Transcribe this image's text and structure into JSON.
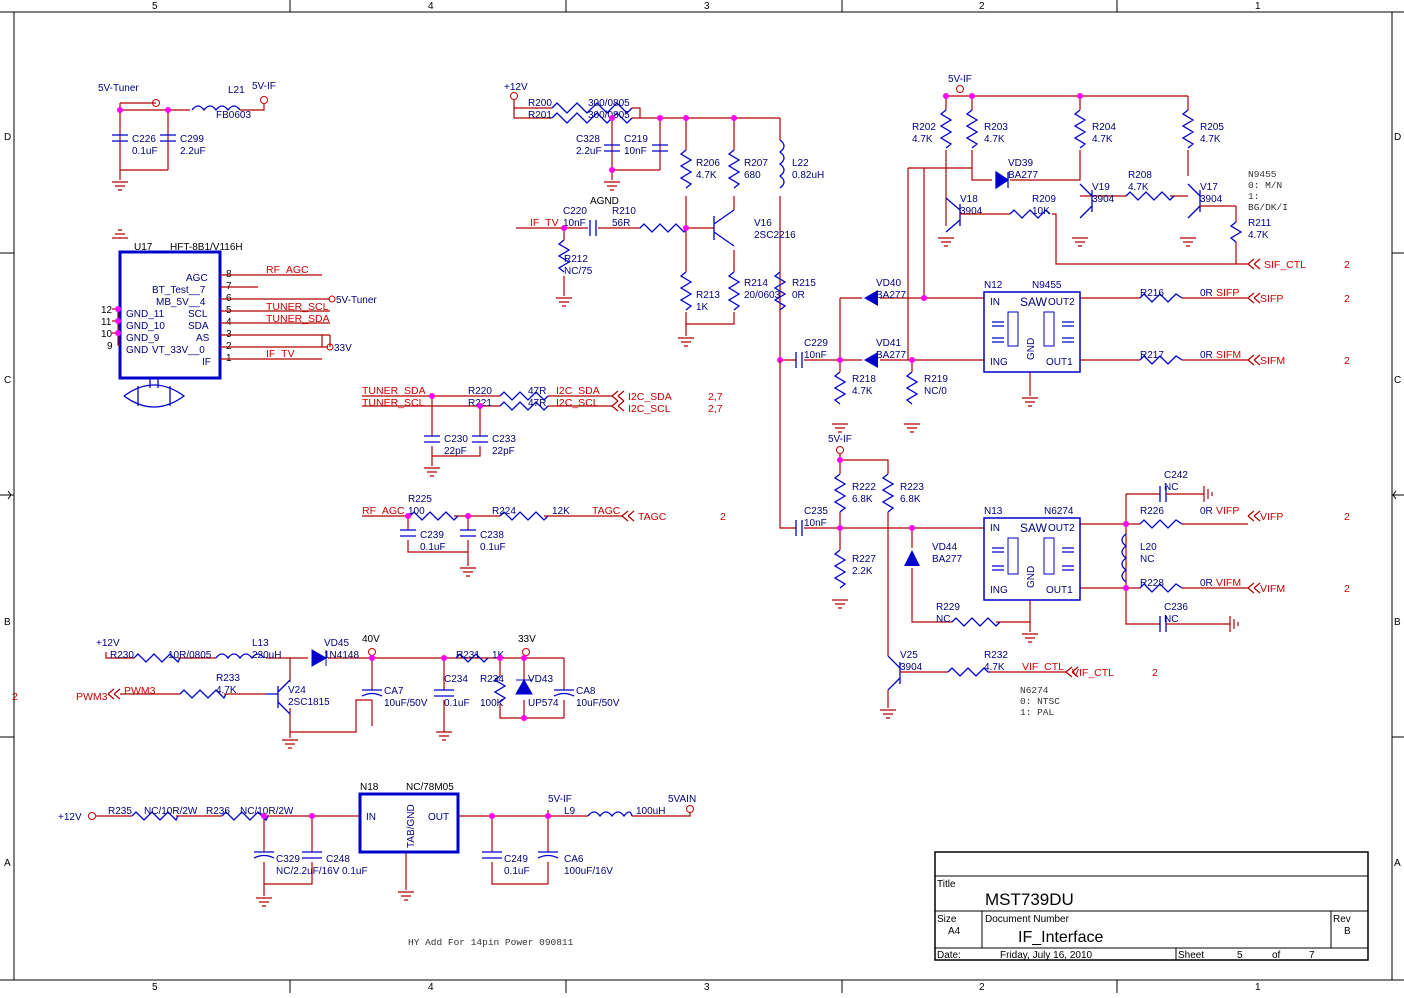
{
  "frame": {
    "columns": [
      "5",
      "4",
      "3",
      "2",
      "1"
    ],
    "rows": [
      "D",
      "C",
      "B",
      "A"
    ]
  },
  "title_block": {
    "title_label": "Title",
    "title": "MST739DU",
    "size_label": "Size",
    "size": "A4",
    "docnum_label": "Document Number",
    "docnum": "IF_Interface",
    "rev_label": "Rev",
    "rev": "B",
    "date_label": "Date:",
    "date": "Friday, July 16, 2010",
    "sheet_label": "Sheet",
    "sheet": "5",
    "of_label": "of",
    "of": "7"
  },
  "tuner": {
    "ref": "U17",
    "part": "HFT-8B1/V116H",
    "pins_right": [
      {
        "num": "8",
        "name": "AGC",
        "net": "RF_AGC"
      },
      {
        "num": "7",
        "name": "BT_Test__7",
        "net": ""
      },
      {
        "num": "6",
        "name": "MB_5V__4",
        "net": ""
      },
      {
        "num": "5",
        "name": "SCL",
        "net": "TUNER_SCL"
      },
      {
        "num": "4",
        "name": "SDA",
        "net": "TUNER_SDA"
      },
      {
        "num": "3",
        "name": "AS",
        "net": ""
      },
      {
        "num": "2",
        "name": "VT_33V__0",
        "net": ""
      },
      {
        "num": "1",
        "name": "IF",
        "net": "IF_TV"
      }
    ],
    "pins_left": [
      {
        "num": "12",
        "name": "GND_11"
      },
      {
        "num": "11",
        "name": "GND_10"
      },
      {
        "num": "10",
        "name": "GND_9"
      },
      {
        "num": "9",
        "name": "GND"
      }
    ],
    "supply_5v": "5V-Tuner",
    "supply_33v": "33V"
  },
  "tuner_filter": {
    "in": "5V-Tuner",
    "out": "5V-IF",
    "l_ref": "L21",
    "l_val": "FB0603",
    "c1_ref": "C226",
    "c1_val": "0.1uF",
    "c2_ref": "C299",
    "c2_val": "2.2uF"
  },
  "amp": {
    "supply": "+12V",
    "r200": "R200",
    "r200_val": "300/0805",
    "r201": "R201",
    "r201_val": "300/0805",
    "c328": "C328",
    "c328_val": "2.2uF",
    "c219": "C219",
    "c219_val": "10nF",
    "r206": "R206",
    "r206_val": "4.7K",
    "r207": "R207",
    "r207_val": "680",
    "l22": "L22",
    "l22_val": "0.82uH",
    "agnd": "AGND",
    "c220": "C220",
    "c220_val": "10nF",
    "r210": "R210",
    "r210_val": "56R",
    "v16": "V16",
    "v16_val": "2SC2216",
    "if_tv": "IF_TV",
    "r212": "R212",
    "r212_val": "NC/75",
    "r213": "R213",
    "r213_val": "1K",
    "r214": "R214",
    "r214_val": "20/0603",
    "r215": "R215",
    "r215_val": "0R"
  },
  "i2c": {
    "sda": "TUNER_SDA",
    "scl": "TUNER_SCL",
    "r220": "R220",
    "r221": "R221",
    "rval": "47R",
    "out_sda": "I2C_SDA",
    "out_scl": "I2C_SCL",
    "page": "2,7",
    "c230": "C230",
    "c230_val": "22pF",
    "c233": "C233",
    "c233_val": "22pF"
  },
  "agc": {
    "net_in": "RF_AGC",
    "r225": "R225",
    "r225_val": "100",
    "r224": "R224",
    "r224_val": "12K",
    "net_out": "TAGC",
    "c239": "C239",
    "c239_val": "0.1uF",
    "c238": "C238",
    "c238_val": "0.1uF",
    "page": "2"
  },
  "saw1": {
    "ref": "N12",
    "part": "N9455",
    "label": "SAW",
    "net_p": "SIFP",
    "net_m": "SIFM",
    "r216": "R216",
    "r217": "R217",
    "rval": "0R",
    "page": "2",
    "vd40": "VD40",
    "vd41": "VD41",
    "diode": "BA277",
    "c229": "C229",
    "c229_val": "10nF",
    "r218": "R218",
    "r218_val": "4.7K",
    "r219": "R219",
    "r219_val": "NC/0",
    "pin_in": "IN",
    "pin_ing": "ING",
    "pin_gnd": "GND",
    "pin_out2": "OUT2",
    "pin_out1": "OUT1"
  },
  "saw2": {
    "ref": "N13",
    "part": "N6274",
    "label": "SAW",
    "net_p": "VIFP",
    "net_m": "VIFM",
    "r226": "R226",
    "r228": "R228",
    "rval": "0R",
    "c242": "C242",
    "c236": "C236",
    "nc": "NC",
    "l20": "L20",
    "l20_val": "NC",
    "page": "2",
    "c235": "C235",
    "c235_val": "10nF",
    "r222": "R222",
    "r222_val": "6.8K",
    "r223": "R223",
    "r223_val": "6.8K",
    "r227": "R227",
    "r227_val": "2.2K",
    "vd44": "VD44",
    "vd44_val": "BA277",
    "r229": "R229",
    "r229_val": "NC",
    "supply": "5V-IF",
    "pin_in": "IN",
    "pin_ing": "ING",
    "pin_gnd": "GND",
    "pin_out2": "OUT2",
    "pin_out1": "OUT1"
  },
  "sif_ctl": {
    "supply": "5V-IF",
    "r202": "R202",
    "r203": "R203",
    "r204": "R204",
    "r205": "R205",
    "rval": "4.7K",
    "vd39": "VD39",
    "vd39_val": "BA277",
    "v18": "V18",
    "v19": "V19",
    "v17": "V17",
    "tval": "3904",
    "r209": "R209",
    "r209_val": "10K",
    "r208": "R208",
    "r208_val": "4.7K",
    "r211": "R211",
    "r211_val": "4.7K",
    "net": "SIF_CTL",
    "page": "2",
    "note": [
      "N9455",
      "0: M/N",
      "1:",
      "BG/DK/I"
    ]
  },
  "vif_ctl": {
    "v25": "V25",
    "v25_val": "3904",
    "r232": "R232",
    "r232_val": "4.7K",
    "net": "VIF_CTL",
    "page": "2",
    "note": [
      "N6274",
      "0: NTSC",
      "1: PAL"
    ]
  },
  "vt_supply": {
    "supply": "+12V",
    "r230": "R230",
    "r230_val": "10R/0805",
    "l13": "L13",
    "l13_val": "220uH",
    "vd45": "VD45",
    "vd45_val": "1N4148",
    "n40v": "40V",
    "n33v": "33V",
    "r231": "R231",
    "r231_val": "1K",
    "r233": "R233",
    "r233_val": "4.7K",
    "v24": "V24",
    "v24_val": "2SC1815",
    "pwm": "PWM3",
    "page": "2",
    "ca7": "CA7",
    "ca7_val": "10uF/50V",
    "c234": "C234",
    "c234_val": "0.1uF",
    "r234": "R234",
    "r234_val": "100K",
    "vd43": "VD43",
    "vd43_val": "UP574",
    "ca8": "CA8",
    "ca8_val": "10uF/50V"
  },
  "regulator": {
    "supply": "+12V",
    "r235": "R235",
    "r235_val": "NC/10R/2W",
    "r236": "R236",
    "r236_val": "NC/10R/2W",
    "ref": "N18",
    "part": "NC/78M05",
    "pin_in": "IN",
    "pin_out": "OUT",
    "pin_gnd": "TAB/GND",
    "net_out": "5V-IF",
    "l9": "L9",
    "l9_val": "100uH",
    "net_5vain": "5VAIN",
    "c329": "C329",
    "c329_val": "NC/2.2uF/16V",
    "c248": "C248",
    "c248_val": "0.1uF",
    "c249": "C249",
    "c249_val": "0.1uF",
    "ca6": "CA6",
    "ca6_val": "100uF/16V",
    "note": "HY Add For 14pin Power 090811"
  }
}
